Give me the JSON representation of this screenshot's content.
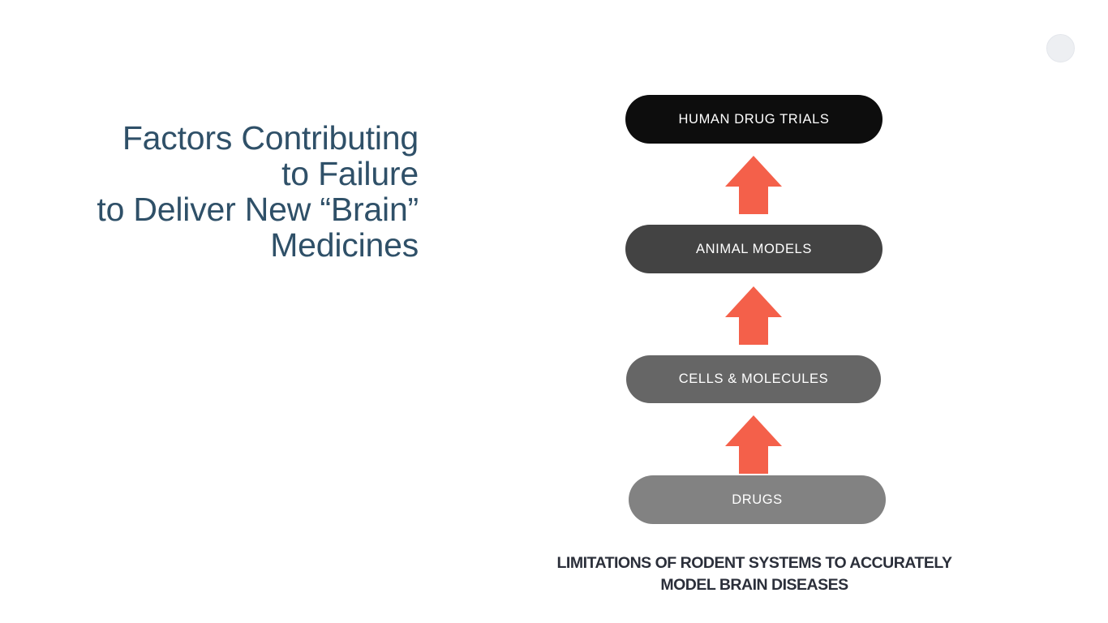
{
  "slide": {
    "background_color": "#ffffff",
    "title": {
      "lines": [
        "Factors Contributing",
        "to Failure",
        "to Deliver New “Brain”",
        "Medicines"
      ],
      "color": "#2f5068",
      "align": "right"
    },
    "decoration": {
      "corner_dot": "circle-decoration",
      "color": "#edeff2"
    },
    "diagram": {
      "type": "vertical-stacked-flow",
      "direction": "bottom-to-top",
      "accent_color": "#f4604a",
      "stages": [
        {
          "label": "HUMAN DRUG TRIALS",
          "color": "#0d0d0d",
          "level": 4
        },
        {
          "label": "ANIMAL MODELS",
          "color": "#434343",
          "level": 3
        },
        {
          "label": "CELLS & MOLECULES",
          "color": "#666666",
          "level": 2
        },
        {
          "label": "DRUGS",
          "color": "#828282",
          "level": 1
        }
      ],
      "arrows": [
        {
          "name": "arrow-drugs-to-cells",
          "direction": "up"
        },
        {
          "name": "arrow-cells-to-animal",
          "direction": "up"
        },
        {
          "name": "arrow-animal-to-human",
          "direction": "up"
        }
      ]
    },
    "caption": {
      "lines": [
        "LIMITATIONS OF RODENT SYSTEMS TO ACCURATELY",
        "MODEL BRAIN DISEASES"
      ],
      "color": "#2b2f3a"
    }
  }
}
